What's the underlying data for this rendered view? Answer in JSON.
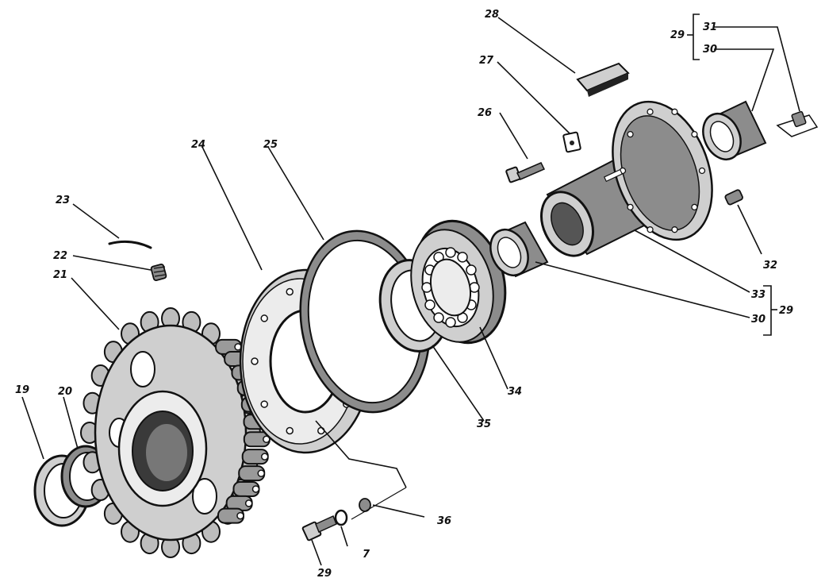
{
  "callouts": {
    "c19": "19",
    "c20": "20",
    "c21": "21",
    "c22": "22",
    "c23": "23",
    "c24": "24",
    "c25": "25",
    "c26": "26",
    "c27": "27",
    "c28": "28",
    "c29a": "29",
    "c29b": "29",
    "c29c": "29",
    "c30a": "30",
    "c30b": "30",
    "c31": "31",
    "c32": "32",
    "c33": "33",
    "c34": "34",
    "c35": "35",
    "c36": "36",
    "c7": "7"
  }
}
